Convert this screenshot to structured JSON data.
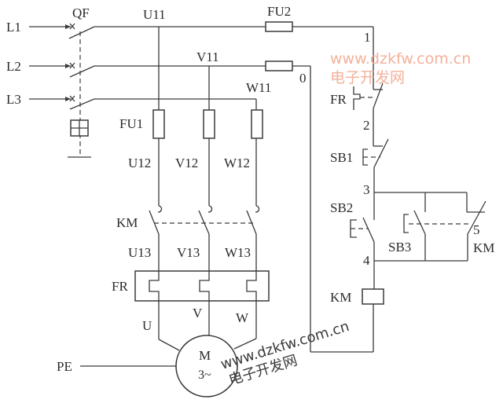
{
  "title": "Motor start-stop control circuit",
  "power": {
    "lines": [
      "L1",
      "L2",
      "L3"
    ],
    "breaker": "QF",
    "phase_nodes_11": [
      "U11",
      "V11",
      "W11"
    ],
    "fuse_main": "FU1",
    "phase_nodes_12": [
      "U12",
      "V12",
      "W12"
    ],
    "contactor": "KM",
    "phase_nodes_13": [
      "U13",
      "V13",
      "W13"
    ],
    "thermal_relay": "FR",
    "motor_terminals": [
      "U",
      "V",
      "W"
    ],
    "motor_label": "M",
    "motor_type": "3~",
    "ground": "PE"
  },
  "control": {
    "fuse": "FU2",
    "node_0": "0",
    "nodes": [
      "1",
      "2",
      "3",
      "4",
      "5"
    ],
    "fr_contact": "FR",
    "stop_button": "SB1",
    "start_button": "SB2",
    "start_button_2": "SB3",
    "aux_contact": "KM",
    "coil": "KM"
  },
  "watermark": {
    "url": "www.dzkfw.com.cn",
    "name": "电子开发网"
  }
}
